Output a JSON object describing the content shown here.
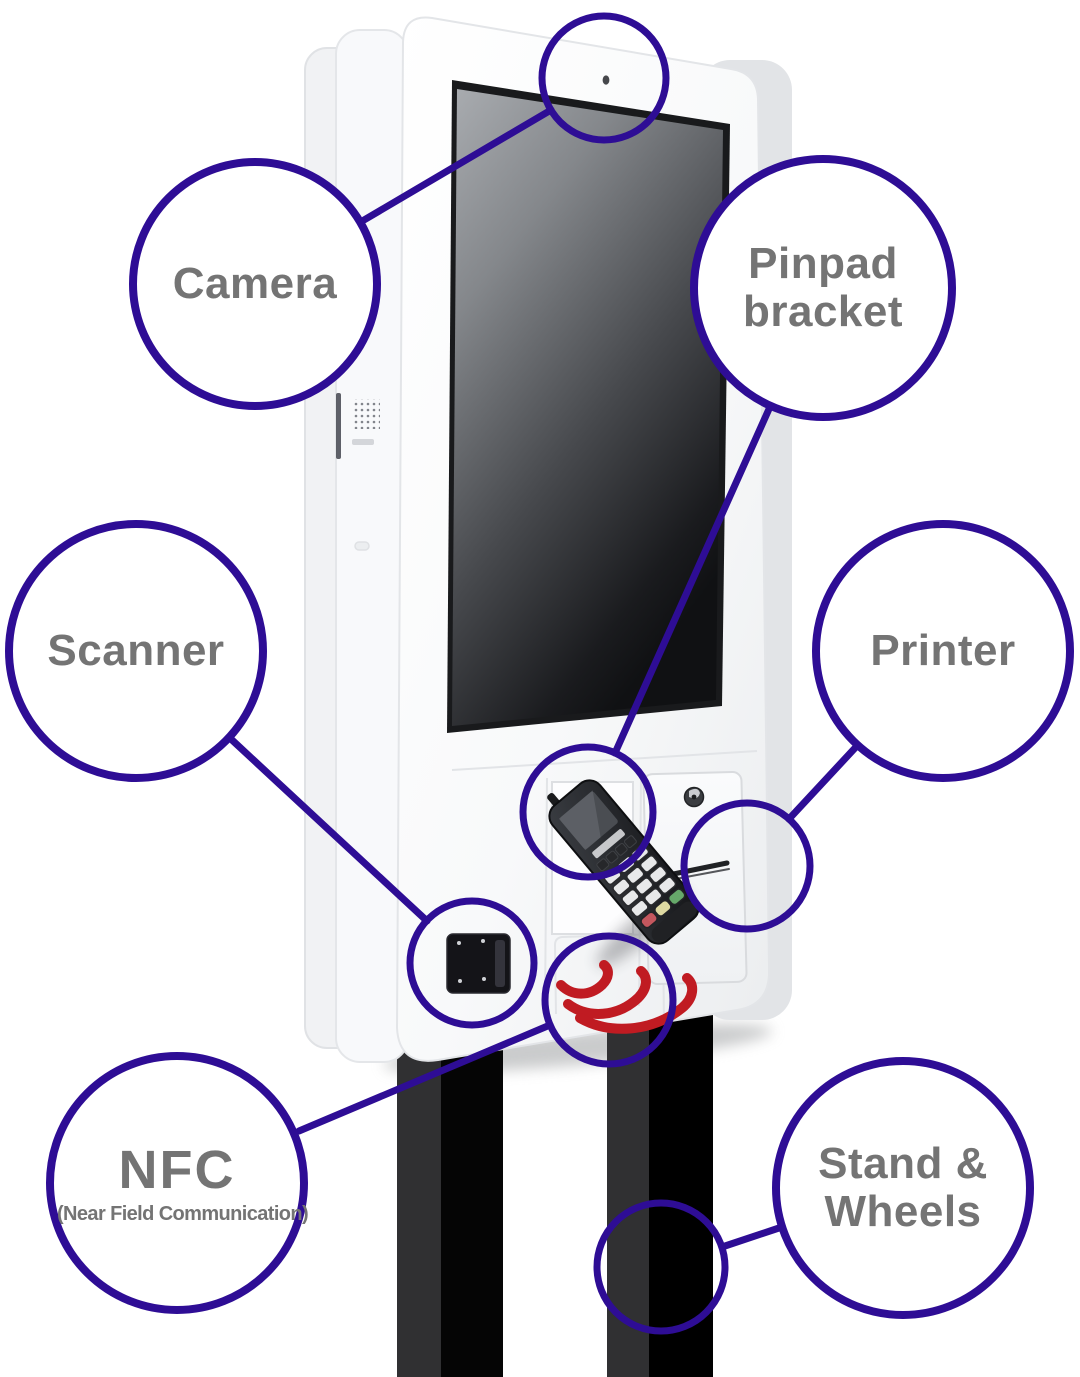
{
  "diagram": {
    "callouts": [
      {
        "id": "camera",
        "label": "Camera"
      },
      {
        "id": "pinpad-bracket",
        "label": "Pinpad bracket"
      },
      {
        "id": "scanner",
        "label": "Scanner"
      },
      {
        "id": "printer",
        "label": "Printer"
      },
      {
        "id": "nfc",
        "label": "NFC",
        "sublabel": "(Near Field Communication)"
      },
      {
        "id": "stand-wheels",
        "label": "Stand & Wheels"
      }
    ],
    "colors": {
      "accent": "#2e0d95",
      "label_text": "#747474",
      "nfc_wave": "#c01b22",
      "kiosk_body": "#f7f8fa",
      "screen_dark": "#1a1b1e",
      "leg_black": "#050505",
      "leg_gray": "#303032"
    }
  }
}
